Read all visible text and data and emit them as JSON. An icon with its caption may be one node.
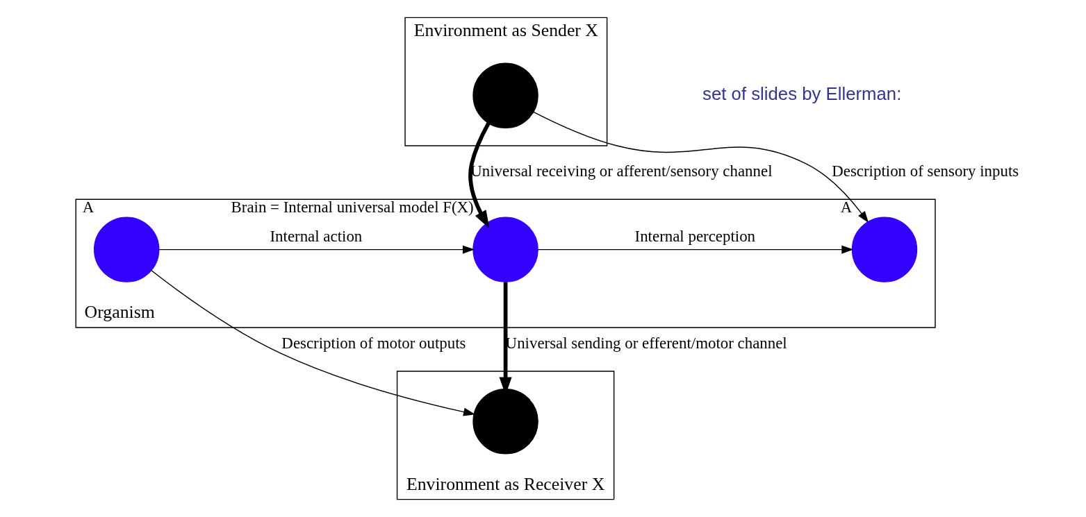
{
  "diagram": {
    "nodes": [
      {
        "text": [
          "Environment as Sender X"
        ]
      },
      {
        "text": [],
        "shape": "circle",
        "in": 0
      },
      {
        "text": [
          "Organism"
        ]
      },
      {
        "text": [],
        "shape": "circle",
        "in": 2,
        "beside": [
          "A"
        ]
      },
      {
        "text": [],
        "shape": "circle",
        "in": 2,
        "beside": [
          "Brain = Internal universal model F(X)"
        ]
      },
      {
        "text": [],
        "shape": "circle",
        "in": 2,
        "beside": [
          "A"
        ]
      },
      {
        "text": [
          "Environment as Receiver X"
        ]
      },
      {
        "text": [],
        "shape": "circle",
        "in": 6
      }
    ],
    "edges": [
      {
        "from": 1,
        "to": 4,
        "arrow": "to",
        "label": "Universal receiving or afferent/sensory channel",
        "style": "thick"
      },
      {
        "from": 1,
        "to": 5,
        "arrow": "to",
        "label": "Description of sensory inputs"
      },
      {
        "from": 3,
        "to": 4,
        "arrow": "to",
        "label": "Internal action"
      },
      {
        "from": 4,
        "to": 5,
        "arrow": "to",
        "label": "Internal perception"
      },
      {
        "from": 4,
        "to": 7,
        "arrow": "to",
        "label": "Universal sending or efferent/motor channel",
        "style": "thick"
      },
      {
        "from": 3,
        "to": 7,
        "arrow": "to",
        "label": "Description of motor outputs"
      }
    ],
    "labels": [
      "set of slides by Ellerman:"
    ]
  }
}
